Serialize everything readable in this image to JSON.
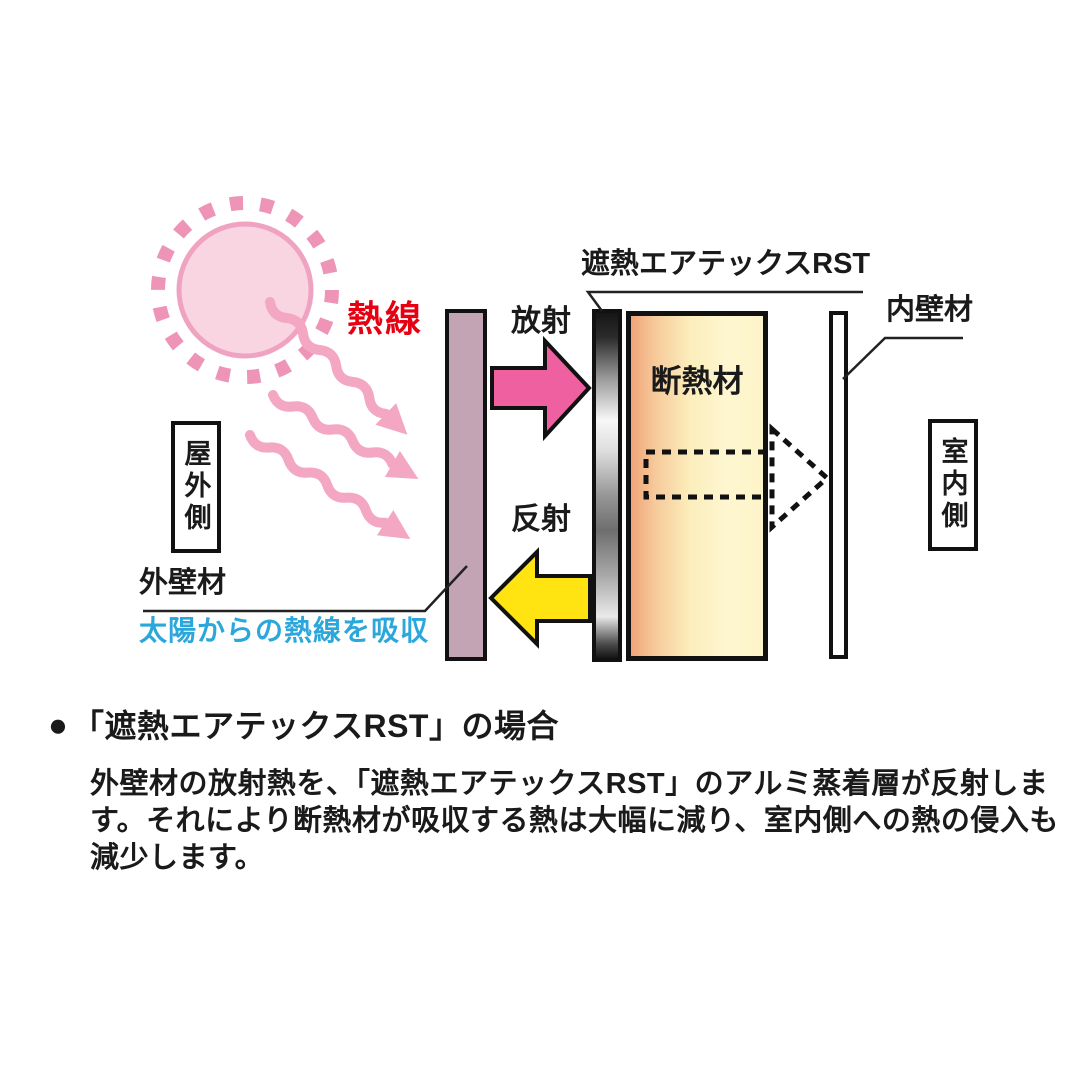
{
  "diagram": {
    "heat_ray_label": "熱線",
    "radiation_label": "放射",
    "reflection_label": "反射",
    "product_label": "遮熱エアテックスRST",
    "insulation_label": "断熱材",
    "inner_wall_label": "内壁材",
    "outer_wall_label": "外壁材",
    "absorb_note": "太陽からの熱線を吸収",
    "outdoor_side_label": "屋外側",
    "indoor_side_label": "室内側"
  },
  "caption": {
    "bullet": "●",
    "heading": "「遮熱エアテックスRST」の場合",
    "body_lines": {
      "0": "外壁材の放射熱を、「遮熱エアテックスRST」のアルミ蒸着層が反射しま",
      "1": "す。それにより断熱材が吸収する熱は大幅に減り、室内側への熱の侵入も",
      "2": "減少します。"
    }
  },
  "colors": {
    "heat_ray_text_red": "#e60012",
    "absorb_note_cyan": "#2ba7dc",
    "sun_fill_pink": "#f9d5e1",
    "sun_ring_pink": "#ee94b7",
    "wavy_ray_pink": "#f3a7c3",
    "radiation_arrow_pink": "#ee609f",
    "reflection_arrow_yellow": "#ffe411",
    "outer_wall_mauve": "#c3a4b4",
    "insulation_gradient_left": "#f0a478",
    "insulation_gradient_right": "#fdf4c9",
    "ink": "#1a1a1a"
  }
}
